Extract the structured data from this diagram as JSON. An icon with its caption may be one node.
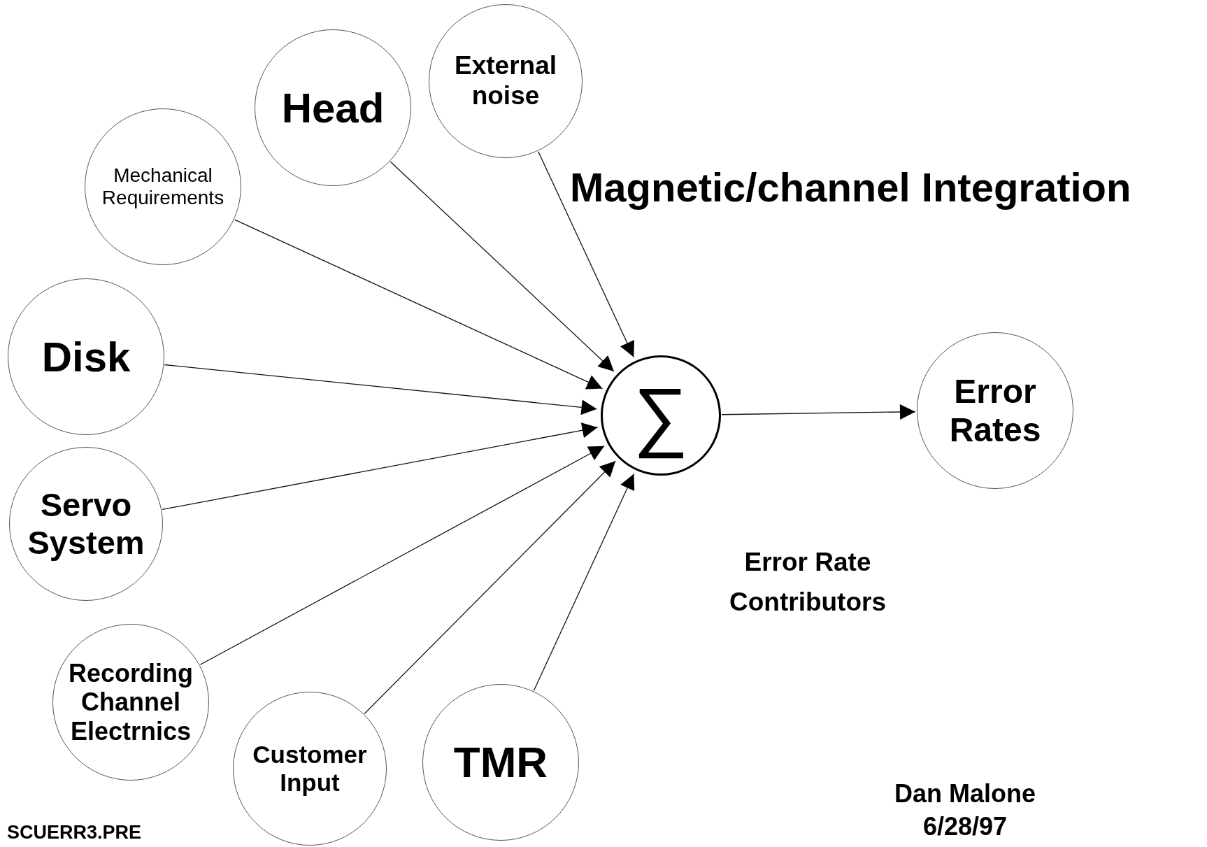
{
  "diagram": {
    "title": "Magnetic/channel Integration",
    "nodes": [
      {
        "text": [
          "Mechanical Requirements"
        ]
      },
      {
        "text": [
          "Head"
        ]
      },
      {
        "text": [
          "External noise"
        ]
      },
      {
        "text": [
          "Disk"
        ]
      },
      {
        "text": [
          "Servo System"
        ]
      },
      {
        "text": [
          "Recording Channel Electrnics"
        ]
      },
      {
        "text": [
          "Customer Input"
        ]
      },
      {
        "text": [
          "TMR"
        ]
      },
      {
        "text": [
          "∑"
        ]
      },
      {
        "text": [
          "Error Rates"
        ]
      }
    ],
    "edges": [
      {
        "from": 0,
        "to": 8,
        "arrow": "to"
      },
      {
        "from": 1,
        "to": 8,
        "arrow": "to"
      },
      {
        "from": 2,
        "to": 8,
        "arrow": "to"
      },
      {
        "from": 3,
        "to": 8,
        "arrow": "to"
      },
      {
        "from": 4,
        "to": 8,
        "arrow": "to"
      },
      {
        "from": 5,
        "to": 8,
        "arrow": "to"
      },
      {
        "from": 6,
        "to": 8,
        "arrow": "to"
      },
      {
        "from": 7,
        "to": 8,
        "arrow": "to"
      },
      {
        "from": 8,
        "to": 9,
        "arrow": "to"
      }
    ],
    "labels": [
      "Error Rate Contributors",
      "Dan Malone 6/28/97",
      "SCUERR3.PRE"
    ]
  }
}
